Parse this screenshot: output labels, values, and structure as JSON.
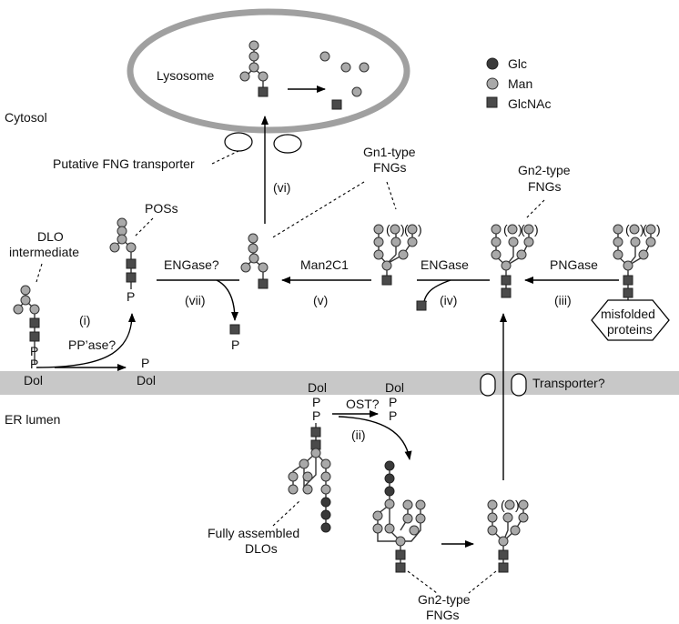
{
  "legend": {
    "glc": "Glc",
    "man": "Man",
    "glcnac": "GlcNAc"
  },
  "labels": {
    "lysosome": "Lysosome",
    "cytosol": "Cytosol",
    "er_lumen": "ER lumen",
    "fng_transporter": "Putative FNG transporter",
    "transporter": "Transporter?",
    "dlo_intermediate_1": "DLO",
    "dlo_intermediate_2": "intermediate",
    "poss": "POSs",
    "gn1_1": "Gn1-type",
    "gn1_2": "FNGs",
    "gn2_top_1": "Gn2-type",
    "gn2_top_2": "FNGs",
    "gn2_bottom_1": "Gn2-type",
    "gn2_bottom_2": "FNGs",
    "engase_q": "ENGase?",
    "man2c1": "Man2C1",
    "engase": "ENGase",
    "pngase": "PNGase",
    "ppase": "PP’ase?",
    "ost": "OST?",
    "misfolded_1": "misfolded",
    "misfolded_2": "proteins",
    "fully_assembled_1": "Fully assembled",
    "fully_assembled_2": "DLOs",
    "p": "P",
    "dol": "Dol",
    "paren_open": "(",
    "paren_close": ")"
  },
  "steps": {
    "i": "(i)",
    "ii": "(ii)",
    "iii": "(iii)",
    "iv": "(iv)",
    "v": "(v)",
    "vi": "(vi)",
    "vii": "(vii)"
  },
  "colors": {
    "man": "#a9a9a9",
    "glc": "#3a3a3a",
    "glcnac": "#4a4a4a",
    "membrane": "#c8c8c8",
    "lysosome_ring": "#a0a0a0"
  }
}
